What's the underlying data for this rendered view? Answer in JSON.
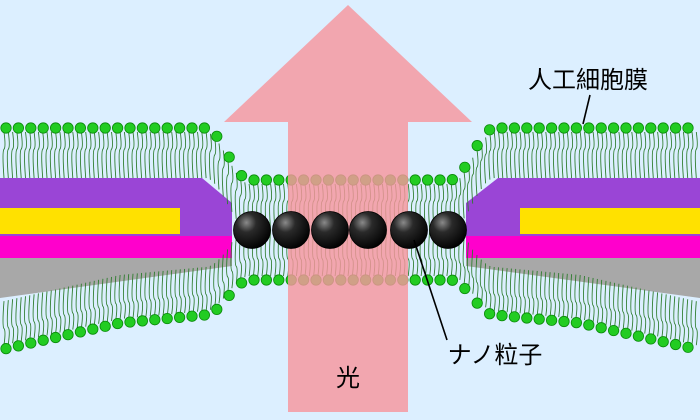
{
  "labels": {
    "membrane": "人工細胞膜",
    "nanoparticle": "ナノ粒子",
    "light": "光"
  },
  "colors": {
    "background": "#dcefff",
    "arrow": "#f7969e",
    "lipid_head": "#22cc22",
    "lipid_head_stroke": "#0a8a0a",
    "lipid_tail": "#2e7d2e",
    "purple_layer": "#9a45d6",
    "yellow_layer": "#ffe100",
    "magenta_layer": "#ff00cc",
    "gray_layer": "#a8a8a8",
    "nanoparticle": "#111111"
  }
}
